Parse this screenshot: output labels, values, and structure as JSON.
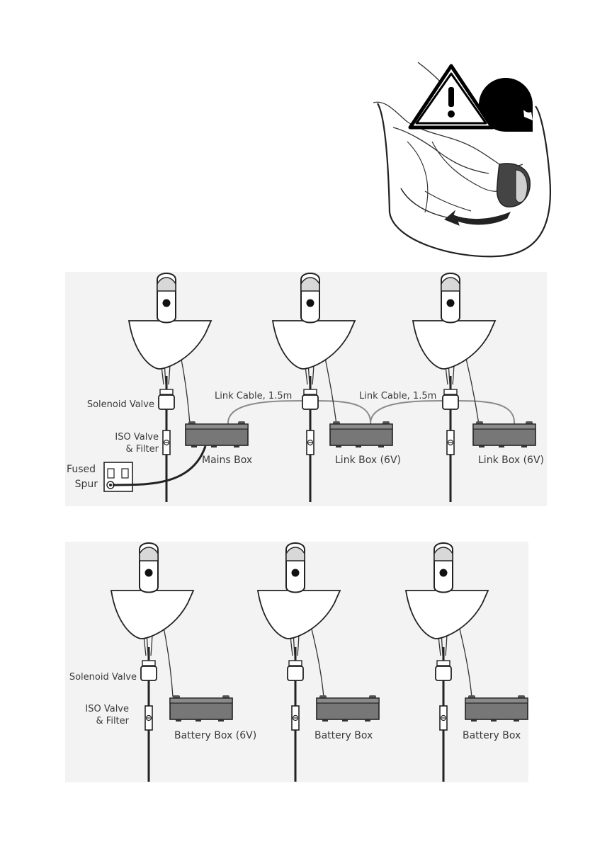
{
  "diagram_mains": {
    "labels": {
      "solenoid_valve": "Solenoid Valve",
      "iso_valve_line1": "ISO Valve",
      "iso_valve_line2": "& Filter",
      "fused_line1": "Fused",
      "fused_line2": "Spur",
      "link_cable_1": "Link Cable, 1.5m",
      "link_cable_2": "Link Cable, 1.5m",
      "mains_box": "Mains Box",
      "link_box_1": "Link Box (6V)",
      "link_box_2": "Link Box (6V)"
    }
  },
  "diagram_battery": {
    "labels": {
      "solenoid_valve": "Solenoid Valve",
      "iso_valve_line1": "ISO Valve",
      "iso_valve_line2": "& Filter",
      "battery_box_1": "Battery Box (6V)",
      "battery_box_2": "Battery Box",
      "battery_box_3": "Battery Box"
    }
  },
  "colors": {
    "panel_bg": "#f3f3f3",
    "box_fill": "#777777",
    "line": "#222222",
    "cable_grey": "#8a8a8a"
  }
}
